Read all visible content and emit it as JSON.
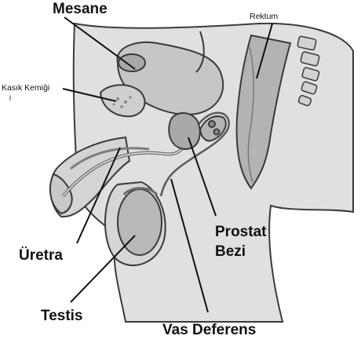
{
  "labels": {
    "bladder": "Mesane",
    "rectum": "Rektum",
    "pubic_bone": "Kasık Kemiği",
    "pubic_bone_mark": "l",
    "prostate_line1": "Prostat",
    "prostate_line2": "Bezi",
    "urethra": "Üretra",
    "testis": "Testis",
    "vas_deferens": "Vas Deferens"
  },
  "colors": {
    "tissue": "#dedede",
    "tissue_dark": "#c4c4c4",
    "organ": "#b9b9b9",
    "organ_dark": "#8f8f8f",
    "outline": "#3a3a3a",
    "leader": "#111111"
  }
}
